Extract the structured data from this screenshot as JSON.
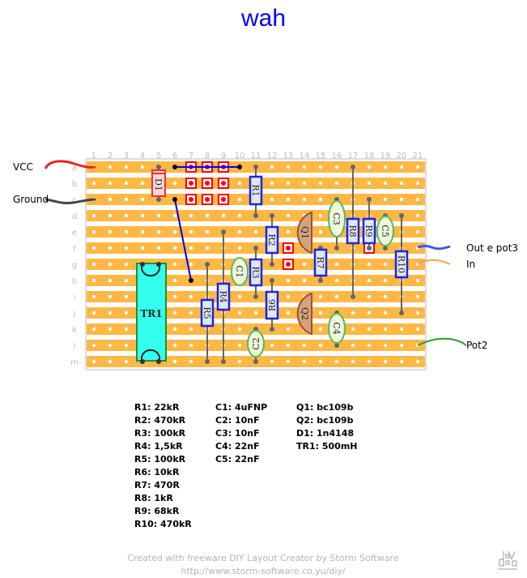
{
  "title": "wah",
  "board": {
    "columns": [
      "1",
      "2",
      "3",
      "4",
      "5",
      "6",
      "7",
      "8",
      "9",
      "10",
      "11",
      "12",
      "13",
      "14",
      "15",
      "16",
      "17",
      "18",
      "19",
      "20",
      "21"
    ],
    "rows": [
      "a",
      "b",
      "c",
      "d",
      "e",
      "f",
      "g",
      "h",
      "i",
      "j",
      "k",
      "l",
      "m"
    ],
    "strip_color": "#ffb845"
  },
  "components": {
    "R1": "R1",
    "R2": "R2",
    "R3": "R3",
    "R4": "R4",
    "R5": "R5",
    "R6": "R6",
    "R7": "R7",
    "R8": "R8",
    "R9": "R9",
    "R10": "R10",
    "C1": "C1",
    "C2": "C2",
    "C3": "C3",
    "C4": "C4",
    "C5": "C5",
    "Q1": "Q1",
    "Q2": "Q2",
    "D1": "D1",
    "TR1": "TR1"
  },
  "wires": {
    "vcc": "VCC",
    "ground": "Ground",
    "out": "Out e pot3",
    "in": "In",
    "pot2": "Pot2"
  },
  "legend": {
    "resistors": [
      "R1: 22kR",
      "R2: 470kR",
      "R3: 100kR",
      "R4: 1,5kR",
      "R5: 100kR",
      "R6: 10kR",
      "R7: 470R",
      "R8: 1kR",
      "R9: 68kR",
      "R10: 470kR"
    ],
    "capacitors": [
      "C1: 4uFNP",
      "C2: 10nF",
      "C3: 10nF",
      "C4: 22nF",
      "C5: 22nF"
    ],
    "others": [
      "Q1: bc109b",
      "Q2: bc109b",
      "D1: 1n4148",
      "TR1: 500mH"
    ]
  },
  "footer": {
    "line1": "Created with freeware DIY Layout Creator by Storm Software",
    "line2": "http://www.storm-software.co.yu/diy/"
  }
}
